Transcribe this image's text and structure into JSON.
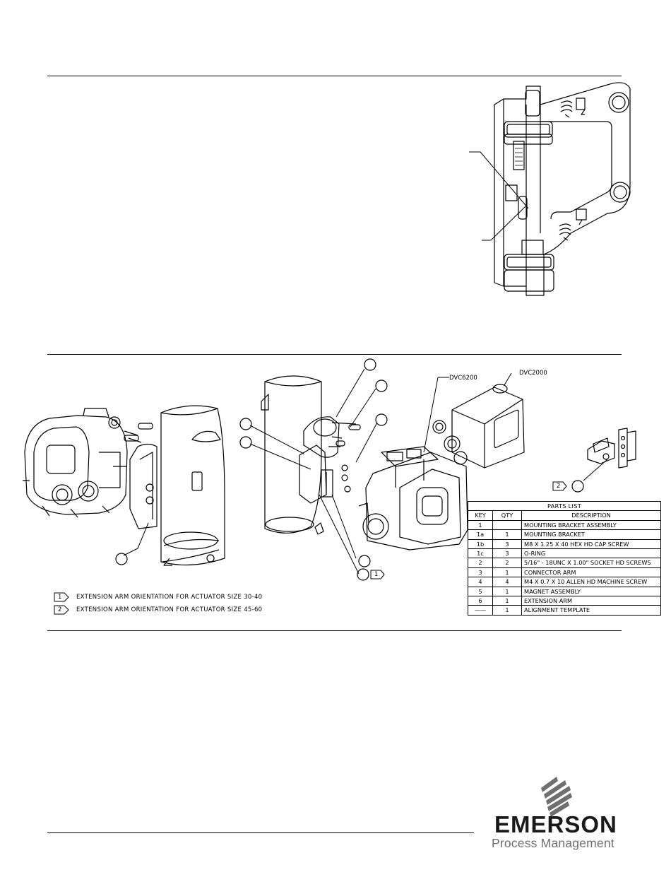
{
  "figure": {
    "models": [
      "DVC6200",
      "DVC2000"
    ],
    "notes": [
      {
        "num": "1",
        "text": "EXTENSION ARM ORIENTATION FOR ACTUATOR SIZE 30-40"
      },
      {
        "num": "2",
        "text": "EXTENSION ARM ORIENTATION FOR ACTUATOR SIZE 45-60"
      }
    ],
    "callout_tags": {
      "tag1": "1",
      "tag2": "2"
    }
  },
  "parts_list": {
    "title": "PARTS LIST",
    "headers": [
      "KEY",
      "QTY",
      "DESCRIPTION"
    ],
    "rows": [
      {
        "key": "1",
        "qty": "",
        "desc": "MOUNTING BRACKET ASSEMBLY"
      },
      {
        "key": "1a",
        "qty": "1",
        "desc": "MOUNTING BRACKET"
      },
      {
        "key": "1b",
        "qty": "3",
        "desc": "M8 X 1.25 X 40 HEX HD CAP SCREW"
      },
      {
        "key": "1c",
        "qty": "3",
        "desc": "O-RING"
      },
      {
        "key": "2",
        "qty": "2",
        "desc": "5/16\" - 18UNC X 1.00\" SOCKET HD SCREWS"
      },
      {
        "key": "3",
        "qty": "1",
        "desc": "CONNECTOR ARM"
      },
      {
        "key": "4",
        "qty": "4",
        "desc": "M4 X 0.7 X 10  ALLEN HD MACHINE SCREW"
      },
      {
        "key": "5",
        "qty": "1",
        "desc": "MAGNET ASSEMBLY"
      },
      {
        "key": "6",
        "qty": "1",
        "desc": "EXTENSION ARM"
      },
      {
        "key": "——",
        "qty": "1",
        "desc": "ALIGNMENT TEMPLATE"
      }
    ]
  },
  "logo": {
    "name": "EMERSON",
    "trademark": ".",
    "subtitle": "Process Management"
  }
}
